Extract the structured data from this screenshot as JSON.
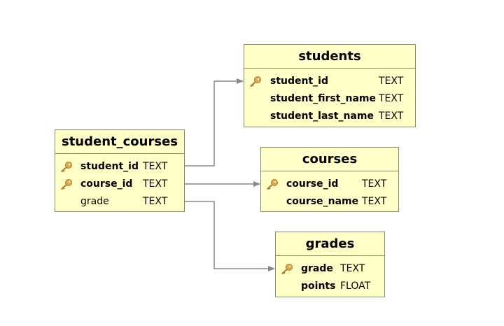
{
  "icons": {
    "primary_key": "key-icon"
  },
  "colors": {
    "table_fill": "#ffffc8",
    "table_border": "#8a8a6a",
    "connector": "#888888",
    "key": "#e0a84a"
  },
  "tables": {
    "students": {
      "name": "students",
      "columns": [
        {
          "name": "student_id",
          "type": "TEXT",
          "pk": true
        },
        {
          "name": "student_first_name",
          "type": "TEXT",
          "pk": false
        },
        {
          "name": "student_last_name",
          "type": "TEXT",
          "pk": false
        }
      ]
    },
    "student_courses": {
      "name": "student_courses",
      "columns": [
        {
          "name": "student_id",
          "type": "TEXT",
          "pk": true
        },
        {
          "name": "course_id",
          "type": "TEXT",
          "pk": true
        },
        {
          "name": "grade",
          "type": "TEXT",
          "pk": false
        }
      ]
    },
    "courses": {
      "name": "courses",
      "columns": [
        {
          "name": "course_id",
          "type": "TEXT",
          "pk": true
        },
        {
          "name": "course_name",
          "type": "TEXT",
          "pk": false
        }
      ]
    },
    "grades": {
      "name": "grades",
      "columns": [
        {
          "name": "grade",
          "type": "TEXT",
          "pk": true
        },
        {
          "name": "points",
          "type": "FLOAT",
          "pk": false
        }
      ]
    }
  },
  "relationships": [
    {
      "from": "student_courses.student_id",
      "to": "students.student_id"
    },
    {
      "from": "student_courses.course_id",
      "to": "courses.course_id"
    },
    {
      "from": "student_courses.grade",
      "to": "grades.grade"
    }
  ]
}
